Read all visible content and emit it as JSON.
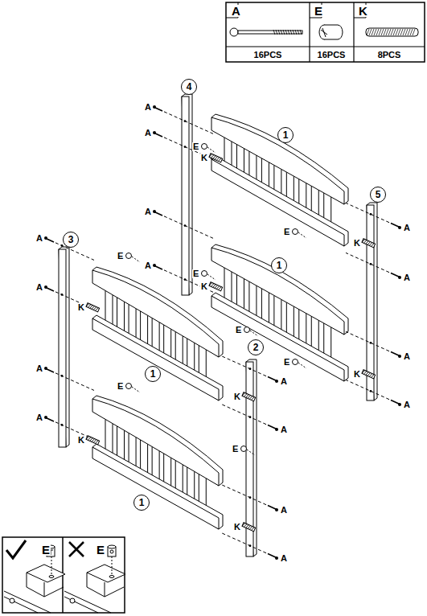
{
  "diagram": {
    "nodes": [
      {
        "text": [
          "4"
        ]
      },
      {
        "text": [
          "1"
        ]
      },
      {
        "text": [
          "5"
        ]
      },
      {
        "text": [
          "3"
        ]
      },
      {
        "text": [
          "1"
        ]
      },
      {
        "text": [
          "2"
        ]
      },
      {
        "text": [
          "1"
        ]
      },
      {
        "text": [
          "1"
        ]
      }
    ],
    "labels": [
      "A",
      "E",
      "K",
      "16PCS",
      "16PCS",
      "8PCS",
      "A",
      "A",
      "E",
      "K",
      "A",
      "A",
      "E",
      "K",
      "A",
      "E",
      "A",
      "E",
      "K",
      "A",
      "A",
      "K",
      "E",
      "A",
      "E",
      "A",
      "K",
      "A",
      "E",
      "K",
      "A",
      "A",
      "A",
      "K",
      "E",
      "A",
      "K",
      "A",
      "E",
      "E"
    ]
  }
}
